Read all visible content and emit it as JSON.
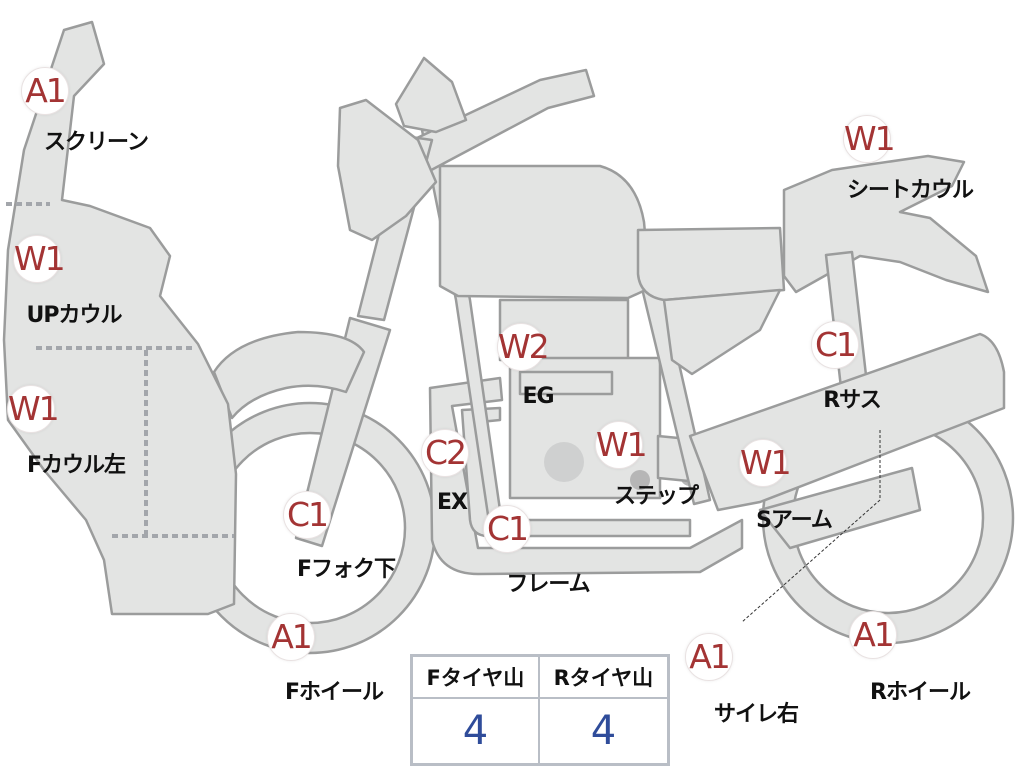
{
  "parts": [
    {
      "id": "screen",
      "code": "A1",
      "label": "スクリーン"
    },
    {
      "id": "up-cowl",
      "code": "W1",
      "label": "UPカウル"
    },
    {
      "id": "f-cowl-left",
      "code": "W1",
      "label": "Fカウル左"
    },
    {
      "id": "f-fork-lower",
      "code": "C1",
      "label": "Fフォク下"
    },
    {
      "id": "f-wheel",
      "code": "A1",
      "label": "Fホイール"
    },
    {
      "id": "ex",
      "code": "C2",
      "label": "EX"
    },
    {
      "id": "eg",
      "code": "W2",
      "label": "EG"
    },
    {
      "id": "frame",
      "code": "C1",
      "label": "フレーム"
    },
    {
      "id": "step",
      "code": "W1",
      "label": "ステップ"
    },
    {
      "id": "s-arm",
      "code": "W1",
      "label": "Sアーム"
    },
    {
      "id": "r-sus",
      "code": "C1",
      "label": "Rサス"
    },
    {
      "id": "seat-cowl",
      "code": "W1",
      "label": "シートカウル"
    },
    {
      "id": "silencer-right",
      "code": "A1",
      "label": "サイレ右"
    },
    {
      "id": "r-wheel",
      "code": "A1",
      "label": "Rホイール"
    }
  ],
  "tire_table": {
    "headers": [
      "Fタイヤ山",
      "Rタイヤ山"
    ],
    "values": [
      "4",
      "4"
    ]
  },
  "colors": {
    "code_text": "#a33434",
    "tire_value": "#2f4c9a",
    "part_fill": "#e3e4e3",
    "part_stroke": "#9b9c9c"
  }
}
